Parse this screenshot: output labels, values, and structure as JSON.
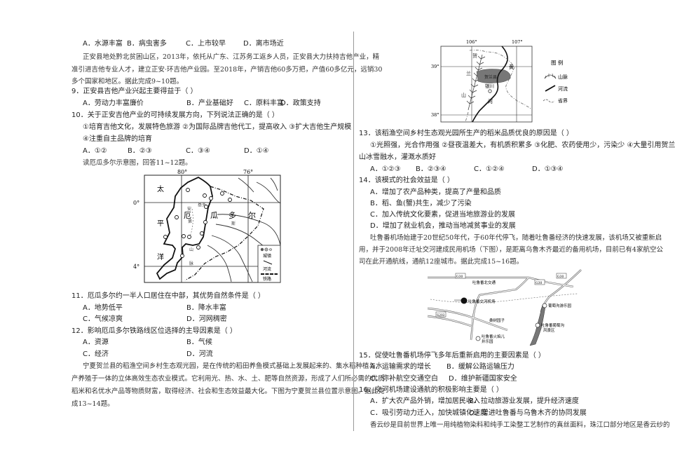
{
  "left_column": {
    "q8_options": {
      "a": "A．水源丰富",
      "b": "B．病虫害多",
      "c": "C．上市较早",
      "d": "D．离市场近"
    },
    "passage_9_10": [
      "正安县地处黔北贫困山区，2013年，依托从广东、江苏务工返乡人员，正安县大力扶持吉他产业，精",
      "准引进吉他专业人才，建立正安·环吉他产业园。至2018年，产销吉他60多万把，产值60多亿元，远销30",
      "多个国家和地区。据此完成9~10题。"
    ],
    "q9": {
      "stem": "9．正安县吉他产业兴起主要得益于（ ）",
      "a": "A．劳动力丰富廉价",
      "b": "B．产业基础好",
      "c": "C．原料丰富",
      "d": "D．政策支持"
    },
    "q10": {
      "stem": "10．关于正安吉他产业的可持续发展方向，下列说法正确的是（ ）",
      "items_line1": "①培育吉他文化，发展特色旅游 ②为国际品牌吉他代工，提高收入 ③扩大吉他生产规模",
      "items_line2": "④注重自主品牌的培育",
      "a": "A．①②",
      "b": "B．②③",
      "c": "C．③④",
      "d": "D．①④"
    },
    "map_intro": "读厄瓜多尔示意图，回答11~12题。",
    "ecuador_map": {
      "lon_labels": [
        "80°",
        "76°"
      ],
      "lat_labels": [
        "0°",
        "4°"
      ],
      "ocean_chars": [
        "太",
        "平",
        "洋"
      ],
      "country_chars": [
        "厄",
        "瓜",
        "多",
        "尔"
      ],
      "mountain_chars": [
        "安",
        "第",
        "斯",
        "山",
        "脉"
      ],
      "cordillera_chars": [
        "基",
        "多",
        "瓜",
        "亚",
        "基",
        "尔"
      ],
      "legend": {
        "city": "城镇",
        "river": "河流",
        "rail": "铁路"
      }
    },
    "q11": {
      "stem": "11．厄瓜多尔约一半人口居住在中部，其优势自然条件是（ ）",
      "a": "A．地势低平",
      "b": "B．降水丰富",
      "c": "C．气候凉爽",
      "d": "D．河网稠密"
    },
    "q12": {
      "stem": "12．影响厄瓜多尔铁路线区位选择的主导因素是（ ）",
      "a": "A．资源",
      "b": "B．气候",
      "c": "C．经济",
      "d": "D．河流"
    },
    "passage_13_14": [
      "宁夏贺兰县的稻渔空间乡村生态观光园，是在传统的稻田养鱼模式基础上发展起来的、集水稻种植与水",
      "产养殖于一体的立体高效生态农业模式。它利用光、热、水、土、肥等自然资源，形成了人们所必需的优质",
      "稻米和名优水产品等物质财富，取得经济、社会和生态效益最大化。下图为宁夏贺兰县位置示意图。据此完",
      "成13~14题。"
    ]
  },
  "right_column": {
    "helan_map": {
      "lon_labels": [
        "106°",
        "107°"
      ],
      "lat_labels": [
        "39°",
        "38°"
      ],
      "county": "贺兰县",
      "city": "银川",
      "river_chars": [
        "黄",
        "河"
      ],
      "mountain_chars": [
        "贺",
        "兰",
        "山"
      ],
      "legend_title": "图 例",
      "legend": {
        "mountain": "山脉",
        "river": "河流",
        "border": "省界"
      }
    },
    "q13": {
      "stem": "13．该稻渔空间乡村生态观光园所生产的稻米品质优良的原因是（ ）",
      "items_line1": "①光照强，光合作用强 ②昼夜温差大，有机质积累多 ③化肥、农药使用少，污染少 ④大量引用贺兰",
      "items_line2": "山冰雪融水，灌溉水质好",
      "a": "A．①②③",
      "b": "B．②③④",
      "c": "C．①②④",
      "d": "D．①③④"
    },
    "q14": {
      "stem": "14．该模式的社会效益是（ ）",
      "a": "A．增加了农产品种类，提高了产量和品质",
      "b": "B．稻、鱼(蟹)共生，减少了污染",
      "c": "C．加入传统文化要素，促进当地旅游业的发展",
      "d": "D．增加了就业机会，推动当地减贫事业的发展"
    },
    "passage_15_16": [
      "吐鲁番机场始建于20世纪50年代，于60年代停飞，随着吐鲁番经济的快速发展，该机场又被重新启",
      "用，并于2008年迁址交河建成民用机场（下图），是距离乌鲁木齐最近的备用机场，目前已有4家航空公",
      "司在此开通航线，通航12座城市。据此完成15~16题。"
    ],
    "airport_map": {
      "road_labels": [
        "G30",
        "G30",
        "G30",
        "S202"
      ],
      "interchange": "吐鲁番北交通",
      "airport": "吐鲁番交河机场",
      "area": "桑树园子",
      "park1": "葡萄沟游乐园",
      "park2a": "吐鲁番葡萄沟",
      "park2b": "风景区",
      "park3a": "吐鲁番火焰儿",
      "park3b": "井乐园"
    },
    "q15": {
      "stem": "15．促使吐鲁番机场停飞多年后重新启用的主要因素是（ ）",
      "a": "A．运输需求的增长",
      "b": "B．缓解公路运输压力",
      "c": "C．弥补航空交通空白",
      "d": "D．维护新疆国家安全"
    },
    "q16": {
      "stem": "16．交河机场建设通航的积极影响主要是（ ）",
      "a": "A．扩大农产品外销，增加居民收入",
      "b": "B．拉动旅游业发展，提升经济速度",
      "c": "C．吸引劳动力迁入，加快城镇化速度",
      "d": "D．增进吐鲁番与乌鲁木齐的协同发展"
    },
    "passage_tail": "香云纱是目前世界上唯一用纯植物染料和纯手工染整工艺制作的真丝面料，珠江口部分地区是香云纱的"
  }
}
